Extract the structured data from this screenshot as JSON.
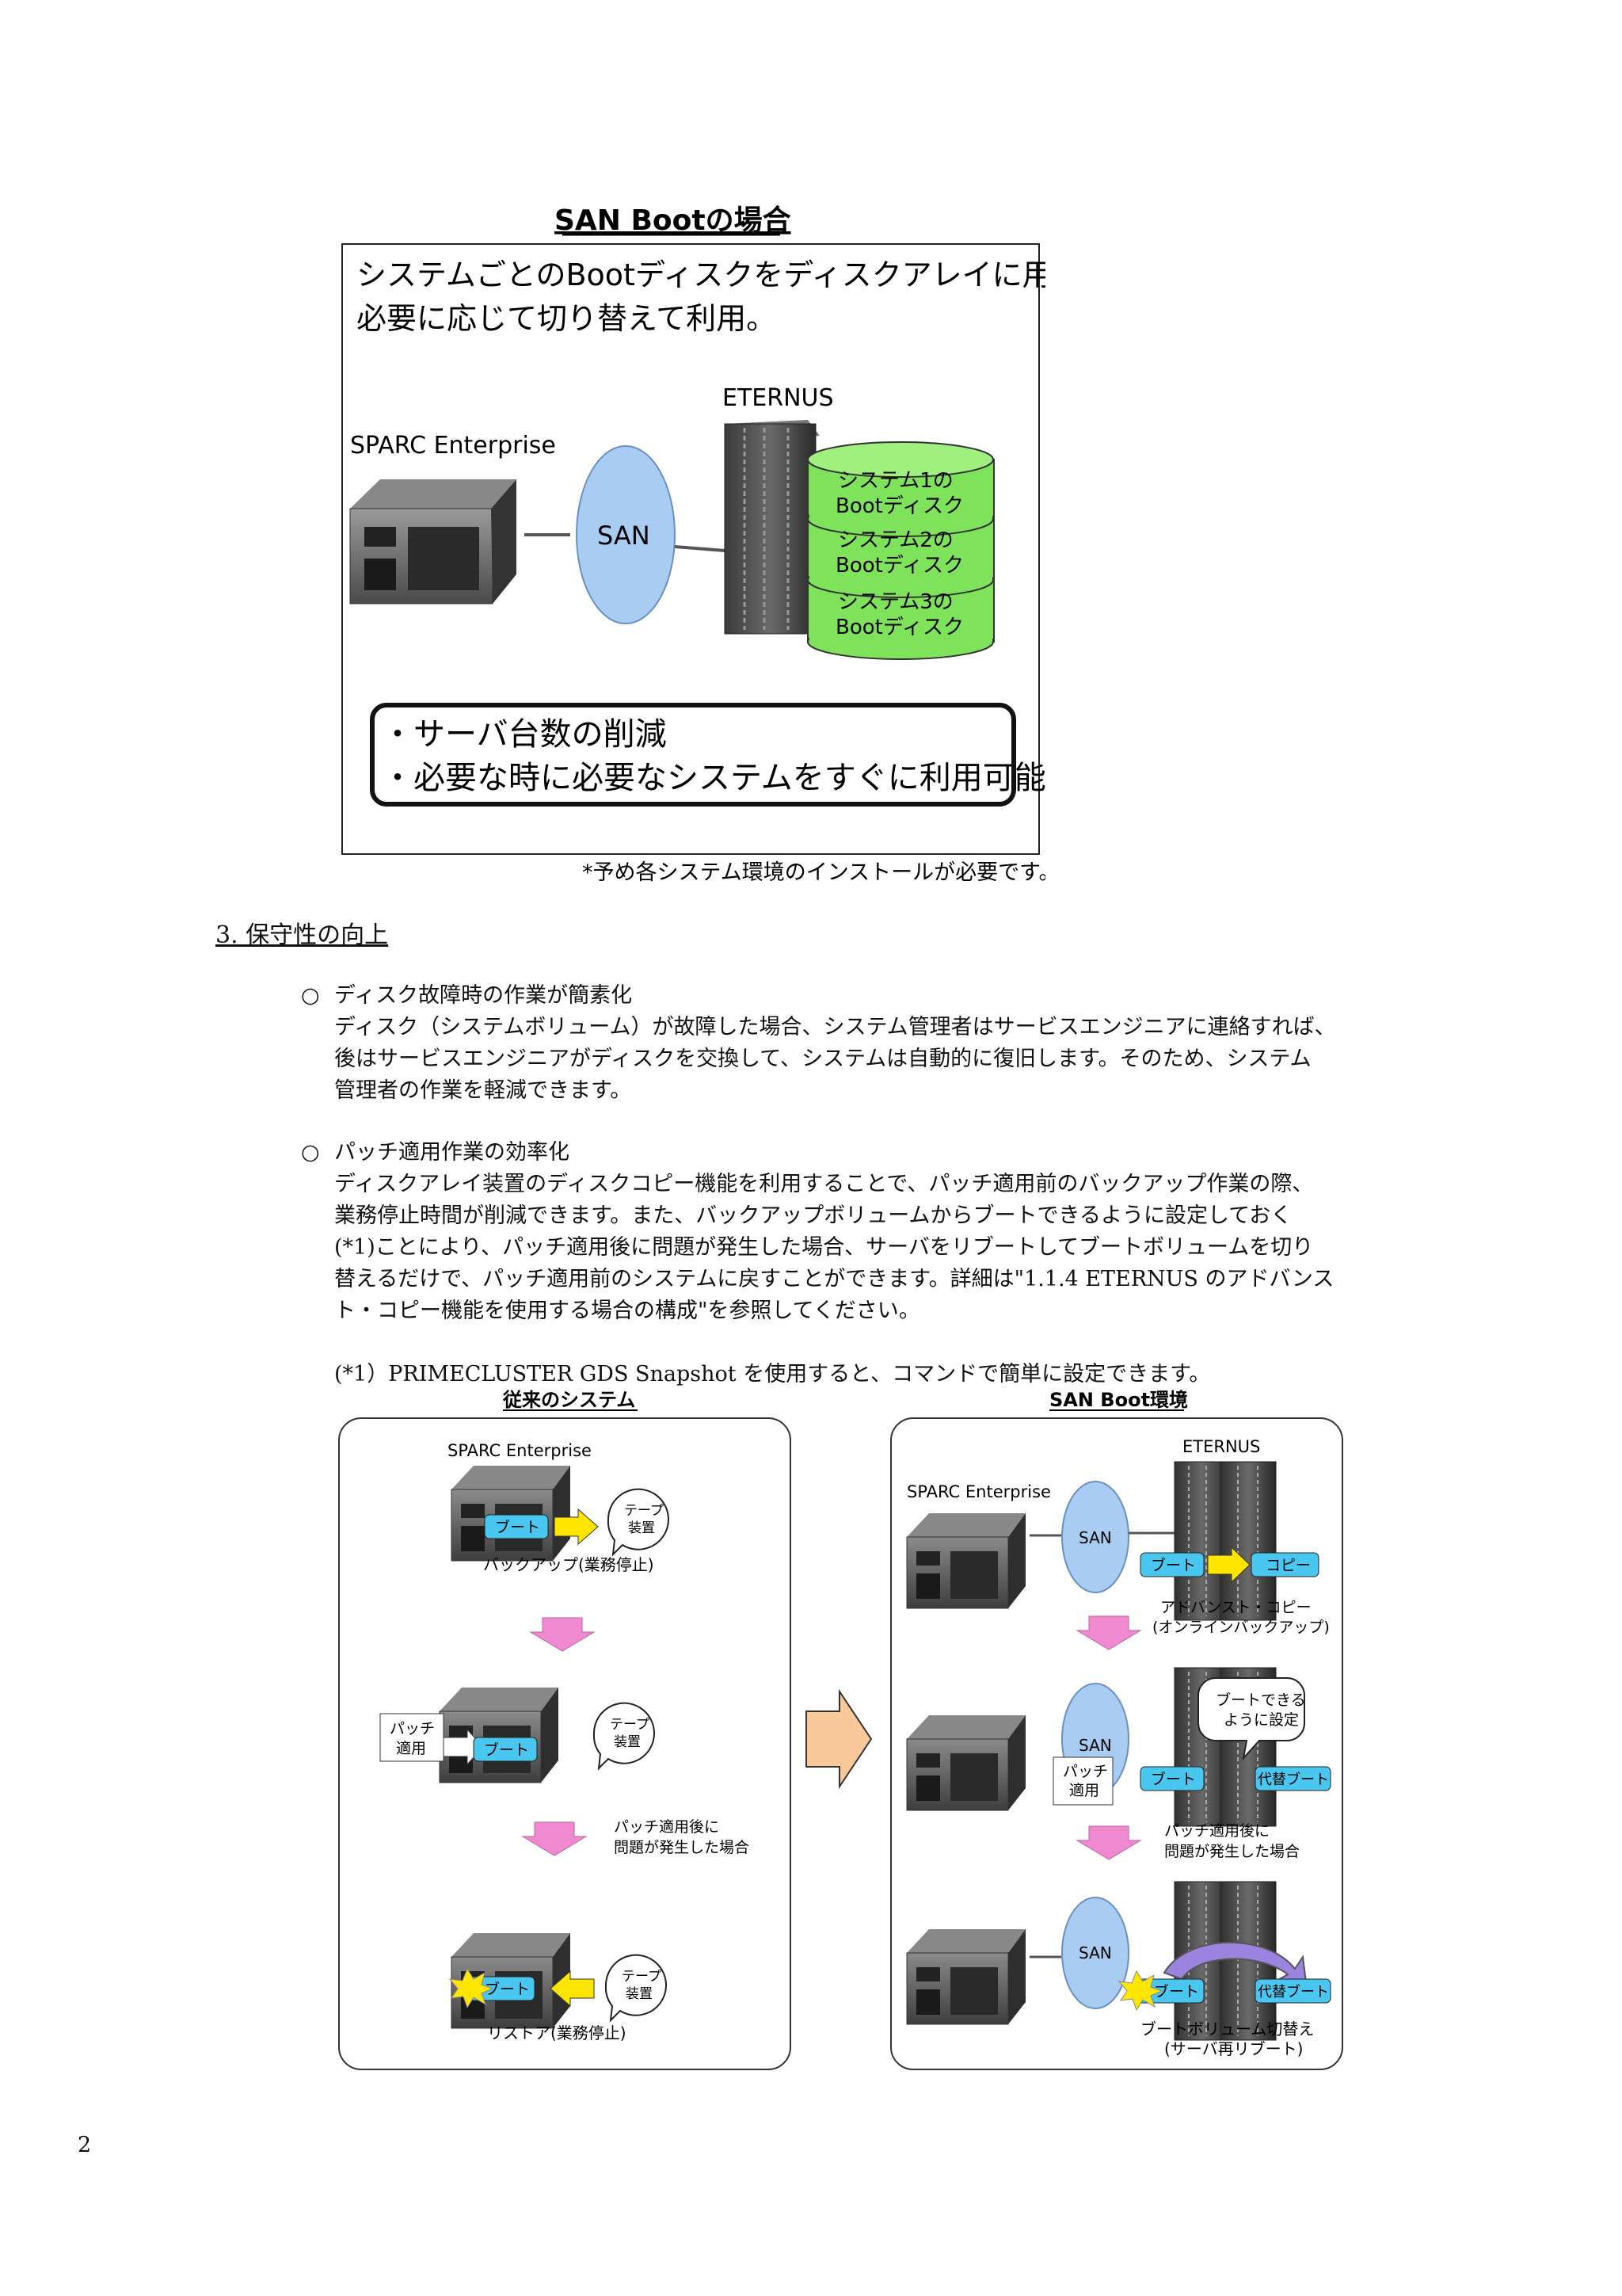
{
  "figure1": {
    "title": "SAN Bootの場合",
    "desc_line1": "システムごとのBootディスクをディスクアレイに用意。",
    "desc_line2": "必要に応じて切り替えて利用。",
    "server_label": "SPARC Enterprise",
    "san_label": "SAN",
    "storage_label": "ETERNUS",
    "disks": [
      {
        "line1": "システム1の",
        "line2": "Bootディスク"
      },
      {
        "line1": "システム2の",
        "line2": "Bootディスク"
      },
      {
        "line1": "システム3の",
        "line2": "Bootディスク"
      }
    ],
    "benefit1": "・サーバ台数の削減",
    "benefit2": "・必要な時に必要なシステムをすぐに利用可能",
    "footnote": "*予め各システム環境のインストールが必要です。"
  },
  "section": {
    "heading": "3. 保守性の向上",
    "items": [
      {
        "bullet": "○",
        "title": "ディスク故障時の作業が簡素化",
        "lines": [
          "ディスク（システムボリューム）が故障した場合、システム管理者はサービスエンジニアに連絡すれば、",
          "後はサービスエンジニアがディスクを交換して、システムは自動的に復旧します。そのため、システム",
          "管理者の作業を軽減できます。"
        ]
      },
      {
        "bullet": "○",
        "title": "パッチ適用作業の効率化",
        "lines": [
          "ディスクアレイ装置のディスクコピー機能を利用することで、パッチ適用前のバックアップ作業の際、",
          "業務停止時間が削減できます。また、バックアップボリュームからブートできるように設定しておく",
          "(*1)ことにより、パッチ適用後に問題が発生した場合、サーバをリブートしてブートボリュームを切り",
          "替えるだけで、パッチ適用前のシステムに戻すことができます。詳細は\"1.1.4 ETERNUS のアドバンス",
          "ト・コピー機能を使用する場合の構成\"を参照してください。"
        ]
      }
    ],
    "note": "(*1）PRIMECLUSTER GDS Snapshot を使用すると、コマンドで簡単に設定できます。"
  },
  "figure2": {
    "left_title": "従来のシステム",
    "right_title": "SAN Boot環境",
    "left": {
      "server_label": "SPARC Enterprise",
      "boot": "ブート",
      "tape_line1": "テープ",
      "tape_line2": "装置",
      "step1_caption": "バックアップ(業務停止)",
      "patch_line1": "パッチ",
      "patch_line2": "適用",
      "problem_line1": "パッチ適用後に",
      "problem_line2": "問題が発生した場合",
      "step3_caption": "リストア(業務停止)"
    },
    "right": {
      "storage_label": "ETERNUS",
      "server_label": "SPARC Enterprise",
      "san": "SAN",
      "boot": "ブート",
      "copy": "コピー",
      "alt_boot": "代替ブート",
      "advanced_line1": "アドバンスト・コピー",
      "advanced_line2": "(オンラインバックアップ)",
      "bootable_line1": "ブートできる",
      "bootable_line2": "ように設定",
      "patch_line1": "パッチ",
      "patch_line2": "適用",
      "problem_line1": "パッチ適用後に",
      "problem_line2": "問題が発生した場合",
      "switch_line1": "ブートボリューム切替え",
      "switch_line2": "(サーバ再リブート)"
    }
  },
  "page_number": "2",
  "colors": {
    "disk_green": "#7ee35a",
    "san_blue": "#a9cdf2",
    "boot_cyan": "#49c7f0",
    "arrow_pink": "#f08ad0",
    "arrow_yellow": "#ffe600",
    "arrow_peach": "#f9c99a",
    "switch_purple": "#9b84e0"
  }
}
